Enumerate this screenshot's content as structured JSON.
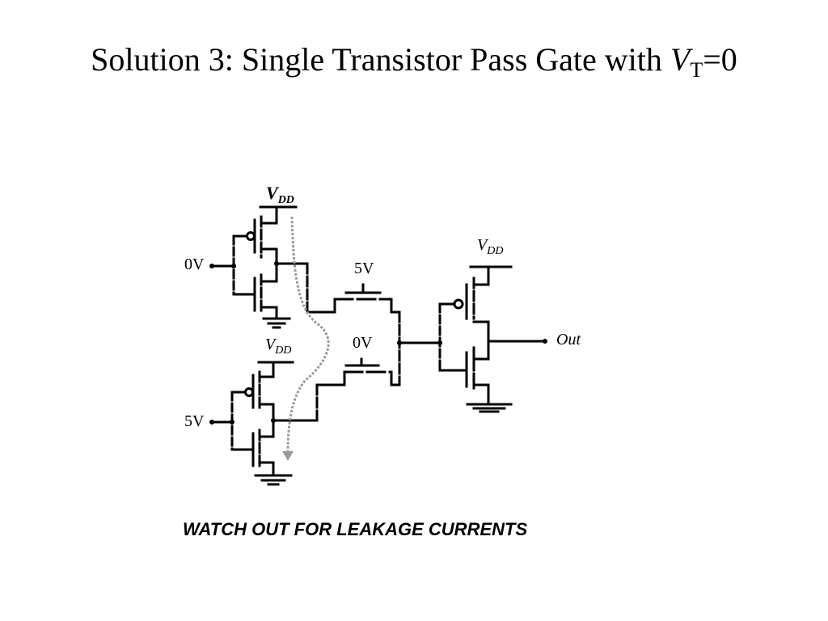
{
  "title": {
    "main": "Solution 3: Single Transistor Pass Gate with ",
    "var": "V",
    "sub": "T",
    "tail": "=0"
  },
  "labels": {
    "vdd_main": "V",
    "vdd_sub": "DD",
    "in_top": "0V",
    "in_bottom": "5V",
    "gate_top": "5V",
    "gate_bottom": "0V",
    "out": "Out"
  },
  "warning": "WATCH OUT FOR LEAKAGE CURRENTS",
  "colors": {
    "wire": "#000000",
    "leakage_arrow": "#9a9a9a"
  }
}
